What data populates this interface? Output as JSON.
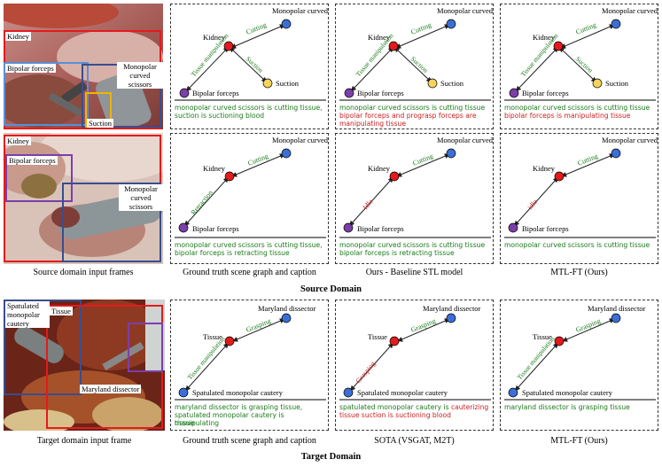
{
  "colors": {
    "node_center": "#e41a1c",
    "node_target": "#3b6fd6",
    "node_instrument": "#7b3fa8",
    "node_suction": "#f5d35e",
    "correct_text": "#1a7a1a",
    "wrong_text": "#c81e1e",
    "edge": "#222222"
  },
  "source": {
    "title": "Source Domain",
    "col_captions": [
      "Source domain input frames",
      "Ground truth scene graph and caption",
      "Ours - Baseline STL model",
      "MTL-FT (Ours)"
    ],
    "frame1": {
      "labels": [
        "Kidney",
        "Bipolar forceps",
        "Monopolar curved scissors",
        "Suction"
      ]
    },
    "frame2": {
      "labels": [
        "Kidney",
        "Bipolar forceps",
        "Monopolar curved scissors"
      ]
    },
    "row1": {
      "nodes": {
        "center": "Kidney",
        "target": "Monopolar curved scissors",
        "instrument": "Bipolar forceps",
        "suction": "Suction"
      },
      "graphs": [
        {
          "edge_a": "Cutting",
          "edge_b": "Tissue manipulation",
          "edge_c": "Suction",
          "cap1": "monopolar curved scissors is cutting tissue,",
          "cap2": "suction is suctioning blood"
        },
        {
          "edge_a": "Cutting",
          "edge_b": "Tissue manipulation",
          "edge_c": "Suction",
          "cap1": "monopolar curved scissors is cutting tissue",
          "cap2": "bipolar forceps and prograsp forceps are manipulating tissue"
        },
        {
          "edge_a": "Cutting",
          "edge_b": "Tissue manipulation",
          "edge_c": "Suction",
          "cap1": "monopolar curved scissors is cutting tissue",
          "cap2": "bipolar forceps is manipulating tissue"
        }
      ]
    },
    "row2": {
      "nodes": {
        "center": "Kidney",
        "target": "Monopolar curved scissors",
        "instrument": "Bipolar forceps"
      },
      "graphs": [
        {
          "edge_a": "Cutting",
          "edge_b": "Retraction",
          "cap1": "monopolar curved scissors is cutting tissue,",
          "cap2": "bipolar forceps is retracting tissue"
        },
        {
          "edge_a": "Cutting",
          "edge_b": "Idle",
          "cap1": "monopolar curved scissors is cutting tissue",
          "cap2": "bipolar forceps is retracting tissue"
        },
        {
          "edge_a": "Cutting",
          "edge_b": "idle",
          "cap1": "monopolar curved scissors is cutting tissue"
        }
      ]
    }
  },
  "target": {
    "title": "Target Domain",
    "col_captions": [
      "Target domain input frame",
      "Ground truth scene graph and caption",
      "SOTA (VSGAT, M2T)",
      "MTL-FT (Ours)"
    ],
    "frame": {
      "labels": [
        "Spatulated monopolar cautery",
        "Tissue",
        "Maryland dissector"
      ]
    },
    "nodes": {
      "center": "Tissue",
      "target": "Maryland dissector",
      "instrument": "Spatulated monopolar cautery"
    },
    "graphs": [
      {
        "edge_a": "Grasping",
        "edge_b": "Tissue manipulation",
        "cap1": "maryland dissector is grasping tissue,",
        "cap2": "spatulated monopolar cautery is manipulating",
        "cap3": "tissue"
      },
      {
        "edge_a": "Grasping",
        "edge_b": "Grasping",
        "cap1a": "spatulated monopolar cautery is",
        "cap1b": "cauterizing",
        "cap2": "tissue suction is suctioning blood"
      },
      {
        "edge_a": "Grasping",
        "edge_b": "Tissue manipulation",
        "cap1": "maryland dissector is grasping tissue"
      }
    ]
  }
}
